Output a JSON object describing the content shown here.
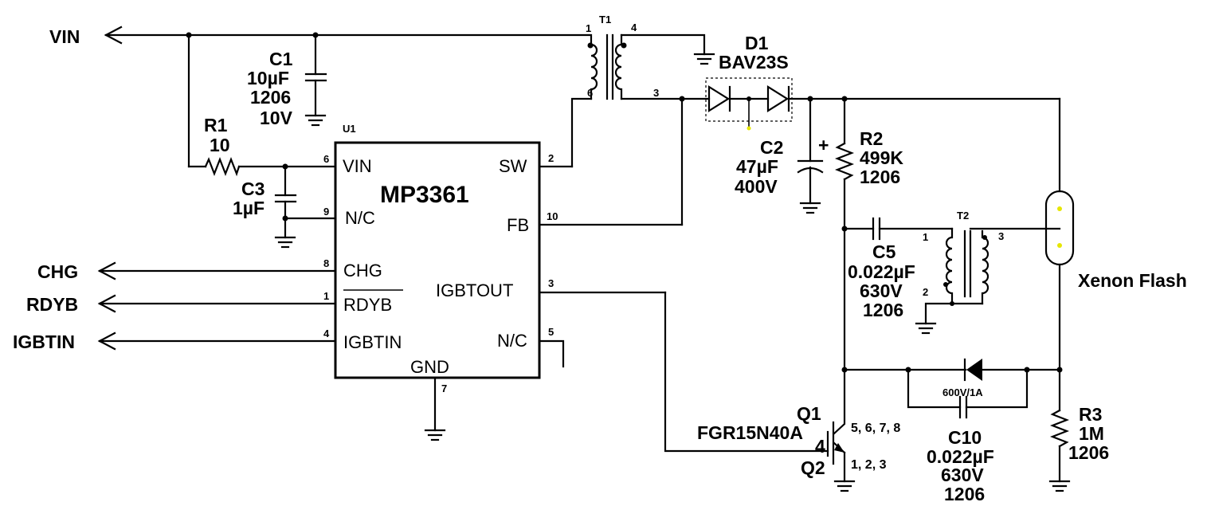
{
  "ports": {
    "vin": "VIN",
    "chg": "CHG",
    "rdyb": "RDYB",
    "igbtin": "IGBTIN"
  },
  "ic": {
    "ref": "U1",
    "part": "MP3361",
    "pins": {
      "vin": "VIN",
      "nc_left": "N/C",
      "chg": "CHG",
      "rdyb": "RDYB",
      "igbtin": "IGBTIN",
      "sw": "SW",
      "fb": "FB",
      "igbtout": "IGBTOUT",
      "nc_right": "N/C",
      "gnd": "GND"
    },
    "pin_numbers": {
      "vin": "6",
      "nc_left": "9",
      "chg": "8",
      "rdyb": "1",
      "igbtin": "4",
      "sw": "2",
      "fb": "10",
      "igbtout": "3",
      "nc_right": "5",
      "gnd": "7"
    }
  },
  "c1": {
    "ref": "C1",
    "value": "10µF",
    "pkg": "1206",
    "voltage": "10V"
  },
  "r1": {
    "ref": "R1",
    "value": "10"
  },
  "c3": {
    "ref": "C3",
    "value": "1µF"
  },
  "t1": {
    "ref": "T1",
    "pin1": "1",
    "pin4": "4",
    "pin6": "6",
    "pin3": "3"
  },
  "d1": {
    "ref": "D1",
    "part": "BAV23S"
  },
  "c2": {
    "ref": "C2",
    "value": "47µF",
    "voltage": "400V",
    "polarity": "+"
  },
  "r2": {
    "ref": "R2",
    "value": "499K",
    "pkg": "1206"
  },
  "c5": {
    "ref": "C5",
    "value": "0.022µF",
    "voltage": "630V",
    "pkg": "1206"
  },
  "t2": {
    "ref": "T2",
    "pin1": "1",
    "pin2": "2",
    "pin3": "3"
  },
  "flash": {
    "label": "Xenon Flash"
  },
  "d2": {
    "rating": "600V/1A"
  },
  "c10": {
    "ref": "C10",
    "value": "0.022µF",
    "voltage": "630V",
    "pkg": "1206"
  },
  "r3": {
    "ref": "R3",
    "value": "1M",
    "pkg": "1206"
  },
  "q1": {
    "ref": "Q1",
    "part": "FGR15N40A",
    "gate_pin": "4",
    "collector_pins": "5, 6, 7, 8",
    "emitter_pins": "1, 2, 3",
    "ref2": "Q2"
  },
  "colors": {
    "wire": "#000000",
    "junction": "#000000",
    "pin_highlight": "#e6e600"
  }
}
